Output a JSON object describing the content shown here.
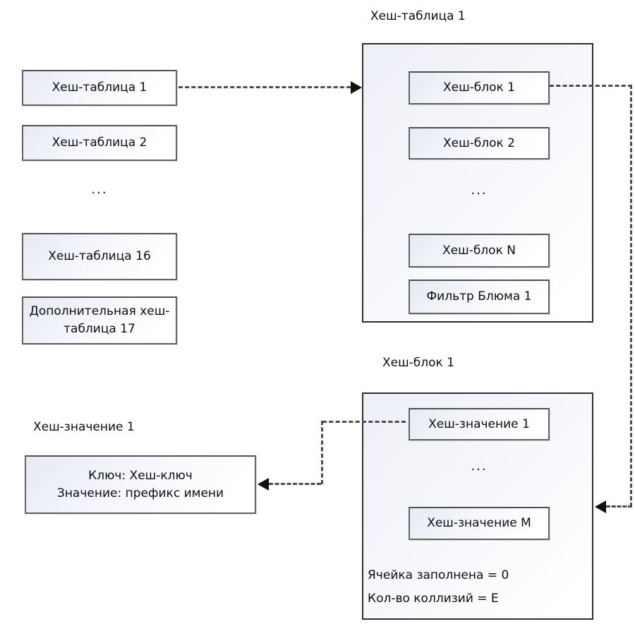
{
  "colors": {
    "box_border": "#636363",
    "panel_border": "#2e2e2e",
    "arrow_line": "#4d4d4d",
    "arrowhead": "#111111",
    "box_fill_top": "#e7eaf4",
    "box_fill_bottom": "#ffffff"
  },
  "left_column": {
    "ellipsis": "...",
    "boxes": [
      {
        "label": "Хеш-таблица 1"
      },
      {
        "label": "Хеш-таблица 2"
      },
      {
        "label": "Хеш-таблица 16"
      },
      {
        "label": "Дополнительная хеш-таблица 17"
      }
    ]
  },
  "hash_table_panel": {
    "title": "Хеш-таблица 1",
    "ellipsis": "...",
    "blocks": [
      "Хеш-блок 1",
      "Хеш-блок 2",
      "Хеш-блок N"
    ],
    "bloom_filter": "Фильтр Блюма 1"
  },
  "hash_block_panel": {
    "title": "Хеш-блок 1",
    "ellipsis": "...",
    "values": [
      "Хеш-значение 1",
      "Хеш-значение M"
    ],
    "status_lines": [
      "Ячейка заполнена = 0",
      "Кол-во коллизий = E"
    ]
  },
  "hash_value_detail": {
    "title": "Хеш-значение 1",
    "key_line": "Ключ: Хеш-ключ",
    "value_line": "Значение: префикс имени"
  }
}
